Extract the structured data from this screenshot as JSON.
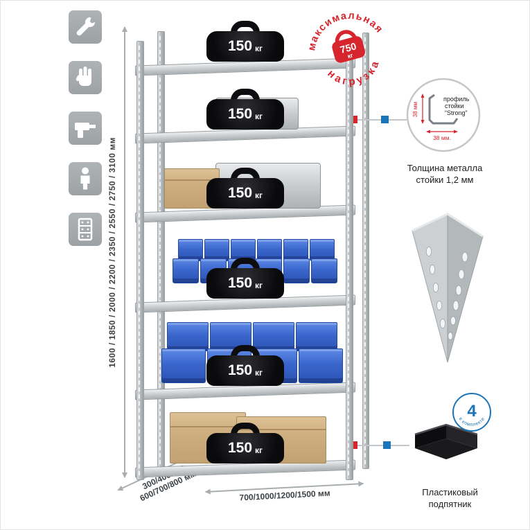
{
  "meta": {
    "accent_red": "#d6252c",
    "accent_blue": "#1b75bb",
    "bin_blue": "#3a66cc",
    "metal_gray": "#c6cacd"
  },
  "left_icons": [
    {
      "icon": "wrench-icon"
    },
    {
      "icon": "work-gloves-icon"
    },
    {
      "icon": "drill-icon"
    },
    {
      "icon": "person-icon"
    },
    {
      "icon": "rack-icon"
    }
  ],
  "stamp": {
    "arc_top": "максимальная",
    "arc_bottom": "нагрузка",
    "value": "750",
    "unit": "кг"
  },
  "rack": {
    "shelf_loads": [
      {
        "value": "150",
        "unit": "кг"
      },
      {
        "value": "150",
        "unit": "кг"
      },
      {
        "value": "150",
        "unit": "кг"
      },
      {
        "value": "150",
        "unit": "кг"
      },
      {
        "value": "150",
        "unit": "кг"
      },
      {
        "value": "150",
        "unit": "кг"
      }
    ]
  },
  "dimensions": {
    "height": "1600 / 1850 / 2000 / 2200 / 2350 / 2550 / 2750 / 3100 мм",
    "width": "700/1000/1200/1500 мм",
    "depth_line1": "300/400/500",
    "depth_line2": "600/700/800 мм"
  },
  "profile_detail": {
    "label_line1": "профиль",
    "label_line2": "стойки",
    "label_line3": "“Strong”",
    "dim_vertical": "38 мм",
    "dim_horizontal": "38 мм.",
    "caption_line1": "Толщина металла",
    "caption_line2": "стойки 1,2 мм"
  },
  "foot_detail": {
    "badge_value": "4",
    "badge_label": "в комплекте",
    "caption_line1": "Пластиковый",
    "caption_line2": "подпятник"
  }
}
